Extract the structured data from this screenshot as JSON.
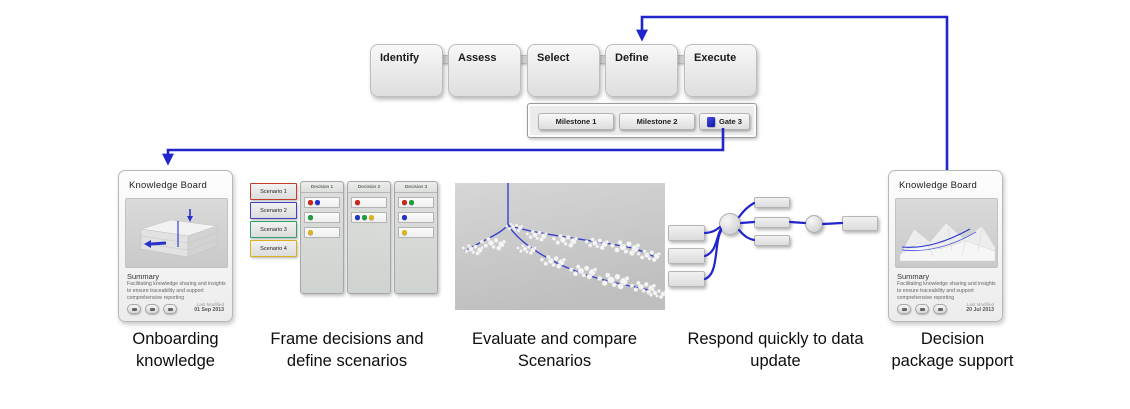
{
  "process": {
    "stages": [
      {
        "label": "Identify"
      },
      {
        "label": "Assess"
      },
      {
        "label": "Select"
      },
      {
        "label": "Define"
      },
      {
        "label": "Execute"
      }
    ],
    "milestones": [
      {
        "label": "Milestone 1"
      },
      {
        "label": "Milestone 2"
      },
      {
        "label": "Gate 3",
        "icon": "gate-cube-icon"
      }
    ]
  },
  "cards": {
    "left": {
      "title": "Knowledge Board",
      "summary_heading": "Summary",
      "summary_text": "Facilitating knowledge sharing and insights to ensure traceability and support comprehensive reporting",
      "last_modified_label": "Last Modified",
      "last_modified_date": "01 Sep 2013"
    },
    "right": {
      "title": "Knowledge Board",
      "summary_heading": "Summary",
      "summary_text": "Facilitating knowledge sharing and insights to ensure traceability and support comprehensive reporting",
      "last_modified_label": "Last Modified",
      "last_modified_date": "20 Jul 2013"
    }
  },
  "scenario_panel": {
    "scenarios": [
      {
        "label": "Scenario 1",
        "color": "#c63a2a"
      },
      {
        "label": "Scenario 2",
        "color": "#4040c0"
      },
      {
        "label": "Scenario 3",
        "color": "#2e9e6b"
      },
      {
        "label": "Scenario 4",
        "color": "#d8b01e"
      }
    ],
    "decisions": [
      {
        "label": "Decision 1",
        "rows": [
          [
            "red",
            "blue"
          ],
          [
            "green"
          ],
          [
            "yellow"
          ]
        ]
      },
      {
        "label": "Decision 2",
        "rows": [
          [
            "red"
          ],
          [
            "blue",
            "green",
            "yellow"
          ]
        ]
      },
      {
        "label": "Decision 3",
        "rows": [
          [
            "red",
            "green"
          ],
          [
            "blue"
          ],
          [
            "yellow"
          ]
        ]
      }
    ],
    "dot_colors": {
      "red": "#cc2418",
      "blue": "#2233cc",
      "green": "#1e9e3e",
      "yellow": "#e0b31c"
    }
  },
  "captions": [
    "Onboarding knowledge",
    "Frame decisions and define scenarios",
    "Evaluate and compare Scenarios",
    "Respond quickly to data update",
    "Decision package support"
  ],
  "colors": {
    "accent_blue": "#2026cc"
  }
}
